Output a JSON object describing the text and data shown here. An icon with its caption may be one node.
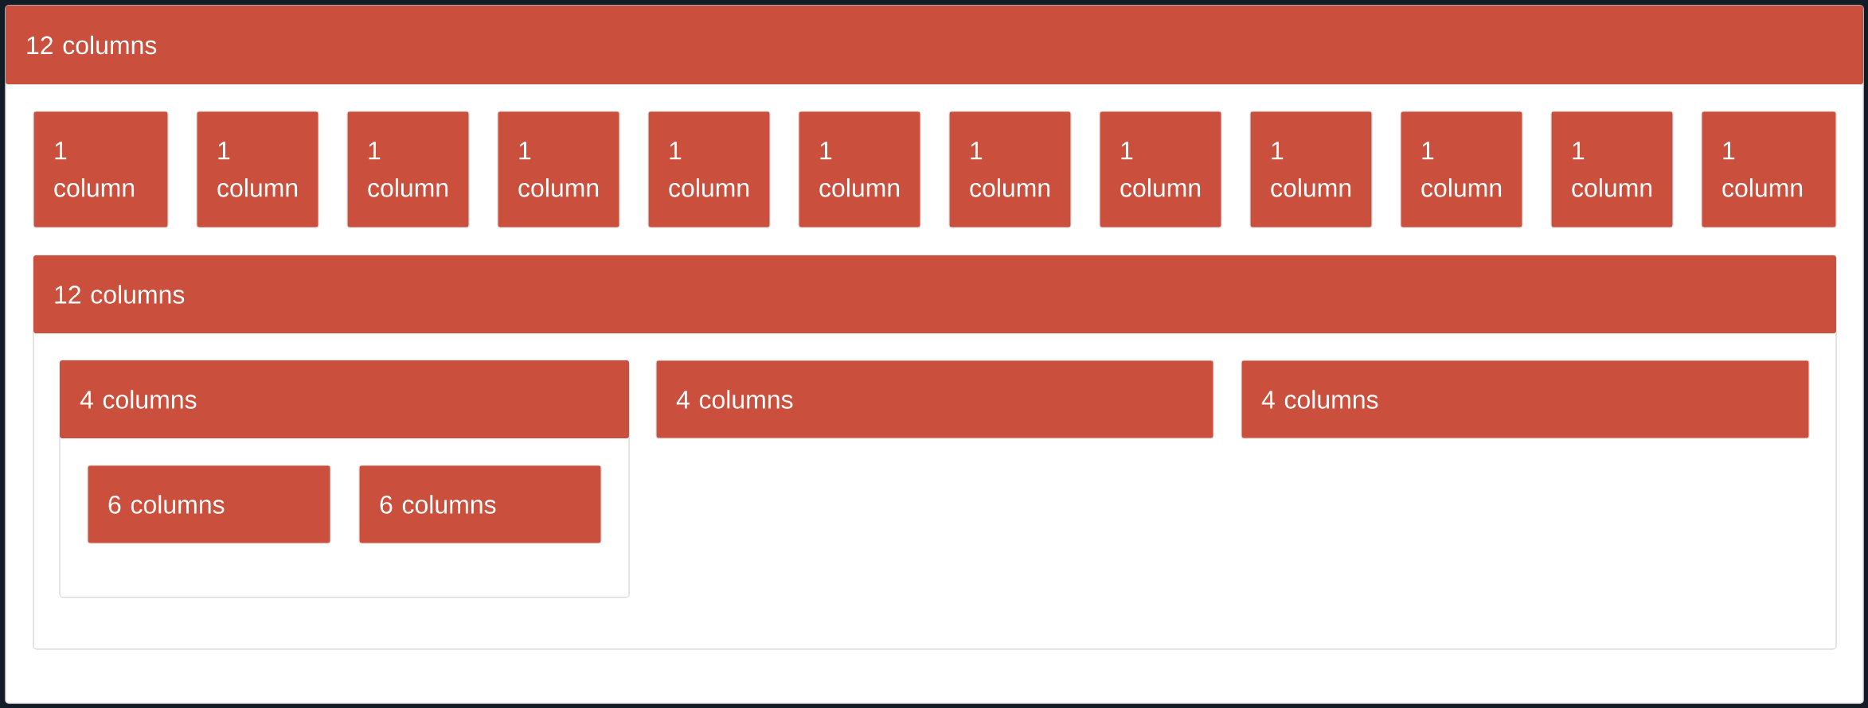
{
  "diagram": {
    "nodes": [
      {
        "text": [
          "12 columns"
        ]
      },
      {
        "text": [
          "1 column"
        ],
        "in": 0
      },
      {
        "text": [
          "1 column"
        ],
        "in": 0
      },
      {
        "text": [
          "1 column"
        ],
        "in": 0
      },
      {
        "text": [
          "1 column"
        ],
        "in": 0
      },
      {
        "text": [
          "1 column"
        ],
        "in": 0
      },
      {
        "text": [
          "1 column"
        ],
        "in": 0
      },
      {
        "text": [
          "1 column"
        ],
        "in": 0
      },
      {
        "text": [
          "1 column"
        ],
        "in": 0
      },
      {
        "text": [
          "1 column"
        ],
        "in": 0
      },
      {
        "text": [
          "1 column"
        ],
        "in": 0
      },
      {
        "text": [
          "1 column"
        ],
        "in": 0
      },
      {
        "text": [
          "1 column"
        ],
        "in": 0
      },
      {
        "text": [
          "12 columns"
        ],
        "in": 0
      },
      {
        "text": [
          "4 columns"
        ],
        "in": 13
      },
      {
        "text": [
          "6 columns"
        ],
        "in": 14
      },
      {
        "text": [
          "6 columns"
        ],
        "in": 14
      },
      {
        "text": [
          "4 columns"
        ],
        "in": 13
      },
      {
        "text": [
          "4 columns"
        ],
        "in": 13
      }
    ]
  }
}
